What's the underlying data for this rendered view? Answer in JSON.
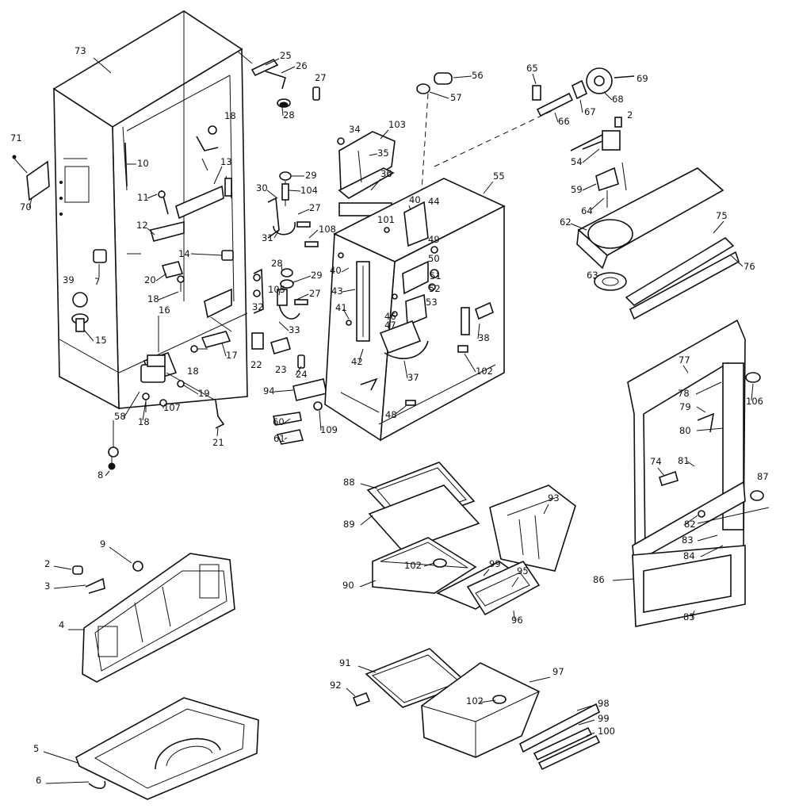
{
  "labels": [
    "73",
    "25",
    "26",
    "27",
    "28",
    "71",
    "70",
    "18",
    "10",
    "11",
    "13",
    "12",
    "7",
    "39",
    "15",
    "14",
    "20",
    "18",
    "29",
    "30",
    "104",
    "27",
    "31",
    "108",
    "28",
    "29",
    "105",
    "27",
    "32",
    "33",
    "22",
    "23",
    "24",
    "16",
    "17",
    "18",
    "19",
    "107",
    "58",
    "18",
    "21",
    "8",
    "34",
    "103",
    "35",
    "36",
    "40",
    "101",
    "44",
    "49",
    "40",
    "50",
    "51",
    "52",
    "53",
    "38",
    "43",
    "46",
    "47",
    "41",
    "42",
    "37",
    "102",
    "48",
    "94",
    "60",
    "109",
    "61",
    "55",
    "56",
    "57",
    "65",
    "66",
    "67",
    "68",
    "69",
    "2",
    "54",
    "59",
    "64",
    "62",
    "63",
    "75",
    "76",
    "77",
    "78",
    "79",
    "80",
    "106",
    "74",
    "81",
    "82",
    "83",
    "84",
    "87",
    "86",
    "85",
    "88",
    "89",
    "93",
    "90",
    "102",
    "99",
    "95",
    "96",
    "9",
    "2",
    "3",
    "4",
    "5",
    "6",
    "91",
    "92",
    "97",
    "102",
    "98",
    "99",
    "100"
  ]
}
